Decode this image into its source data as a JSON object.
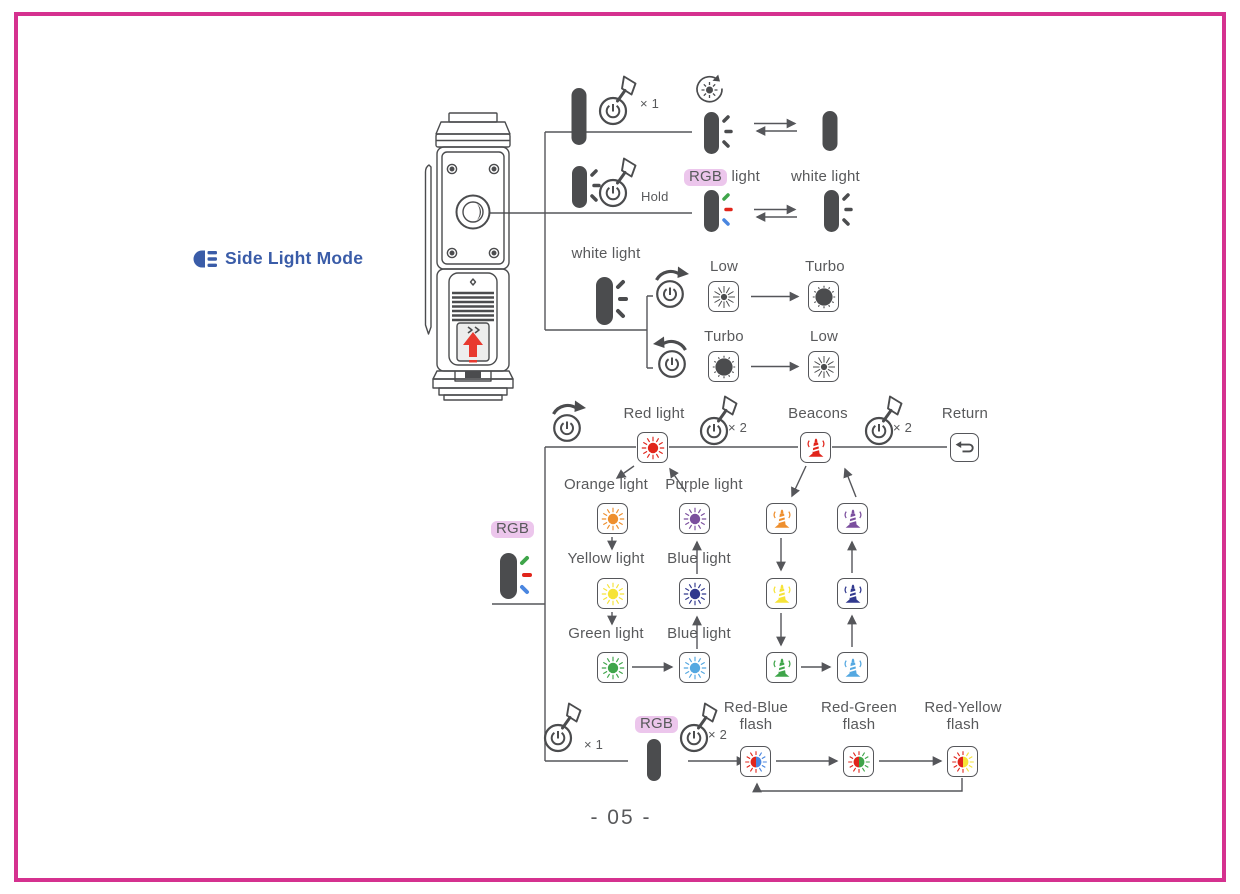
{
  "page_number": "- 05 -",
  "header": {
    "title": "Side Light Mode"
  },
  "colors": {
    "border": "#d5318f",
    "title": "#3a5ca8",
    "ink": "#4b4c4e",
    "text": "#58595b",
    "wire": "#55565a",
    "highlight": "#ecc6ec",
    "red": "#e1251b",
    "orange": "#ee8f2e",
    "yellow": "#f6e337",
    "green": "#3fa54a",
    "lightblue": "#54a8e1",
    "darkblue": "#31398e",
    "purple": "#7b4f9e",
    "rgbblue": "#4a86e0",
    "arrowred": "#e8392f"
  },
  "icons": {
    "title_icon": "side-light-icon",
    "press_button": "press-power-button-icon",
    "memory_cycle": "white-light-memory-icon",
    "rotate_cw": "cycle-forward-icon",
    "rotate_ccw": "cycle-backward-icon",
    "return_icon": "return-arrow-icon",
    "beacon": "beacon-flash-icon",
    "light_on": "side-light-on-icon",
    "light_off": "side-light-off-icon",
    "rgb_light_on": "rgb-side-light-on-icon",
    "burst": "light-burst-icon",
    "low_burst": "low-brightness-icon",
    "turbo_disc": "turbo-brightness-icon"
  },
  "labels": {
    "press_x1": "× 1",
    "press_x2": "× 2",
    "hold": "Hold",
    "rgb": "RGB",
    "light_word": "light",
    "white_light": "white light",
    "low": "Low",
    "turbo": "Turbo",
    "red_light": "Red light",
    "orange_light": "Orange light",
    "yellow_light": "Yellow light",
    "green_light": "Green light",
    "blue_light": "Blue light",
    "purple_light": "Purple light",
    "beacons": "Beacons",
    "return_label": "Return",
    "red_blue": "Red-Blue",
    "red_green": "Red-Green",
    "red_yellow": "Red-Yellow",
    "flash_word": "flash"
  }
}
